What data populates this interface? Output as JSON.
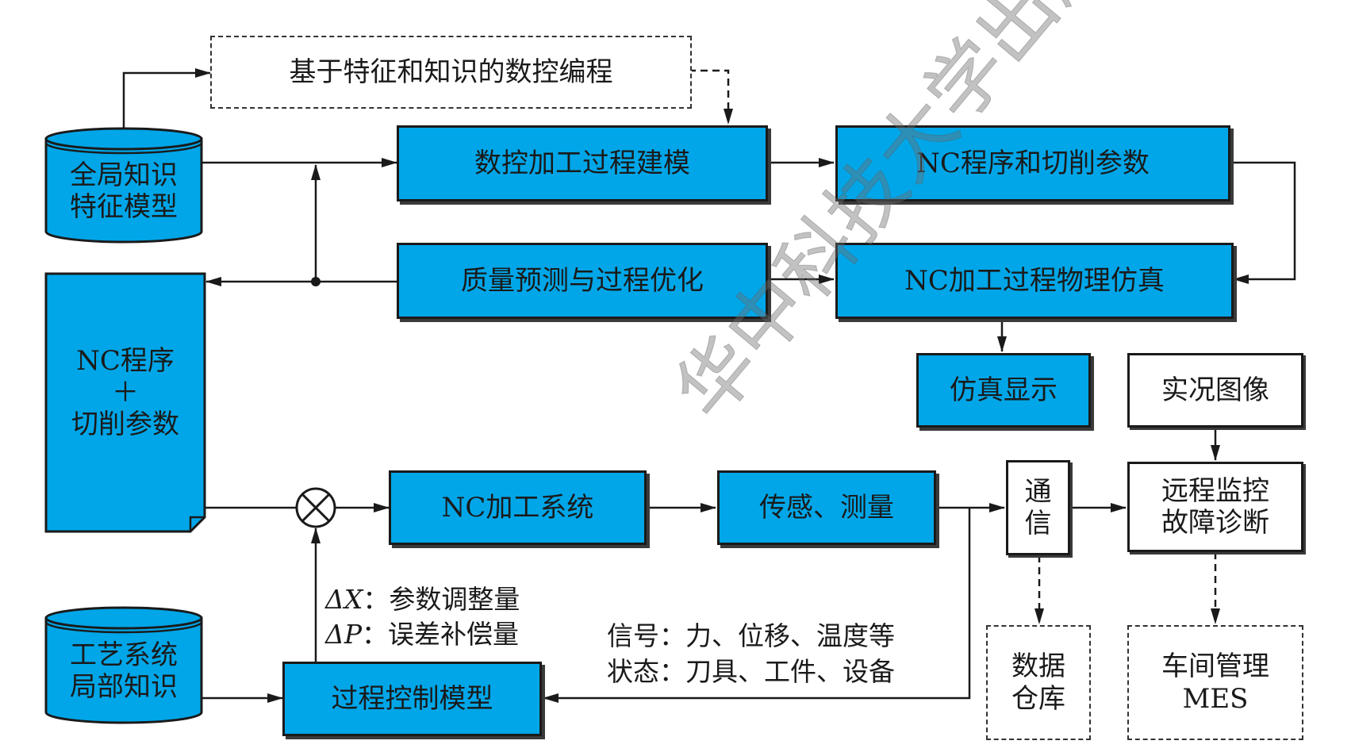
{
  "colors": {
    "process_fill": "#00a6e8",
    "line": "#1a1a1a"
  },
  "icons": {
    "mixer": "summing-junction-icon"
  },
  "blocks": {
    "nc_programming": "基于特征和知识的数控编程",
    "global_knowledge": "全局知识\n特征模型",
    "machining_modeling": "数控加工过程建模",
    "nc_program_params": "NC程序和切削参数",
    "quality_optimization": "质量预测与过程优化",
    "physical_simulation": "NC加工过程物理仿真",
    "nc_doc": "NC程序\n＋\n切削参数",
    "simulation_display": "仿真显示",
    "live_image": "实况图像",
    "nc_system": "NC加工系统",
    "sensing": "传感、测量",
    "communication": "通\n信",
    "remote_monitoring": "远程监控\n故障诊断",
    "local_knowledge": "工艺系统\n局部知识",
    "process_control": "过程控制模型",
    "data_warehouse": "数据\n仓库",
    "workshop_mes": "车间管理\nMES"
  },
  "labels": {
    "delta_x_symbol": "ΔX",
    "delta_x_text": "：参数调整量",
    "delta_p_symbol": "ΔP",
    "delta_p_text": "：误差补偿量",
    "signal": "信号：力、位移、温度等",
    "state": "状态：刀具、工件、设备"
  },
  "watermark": "华中科技大学出版社"
}
